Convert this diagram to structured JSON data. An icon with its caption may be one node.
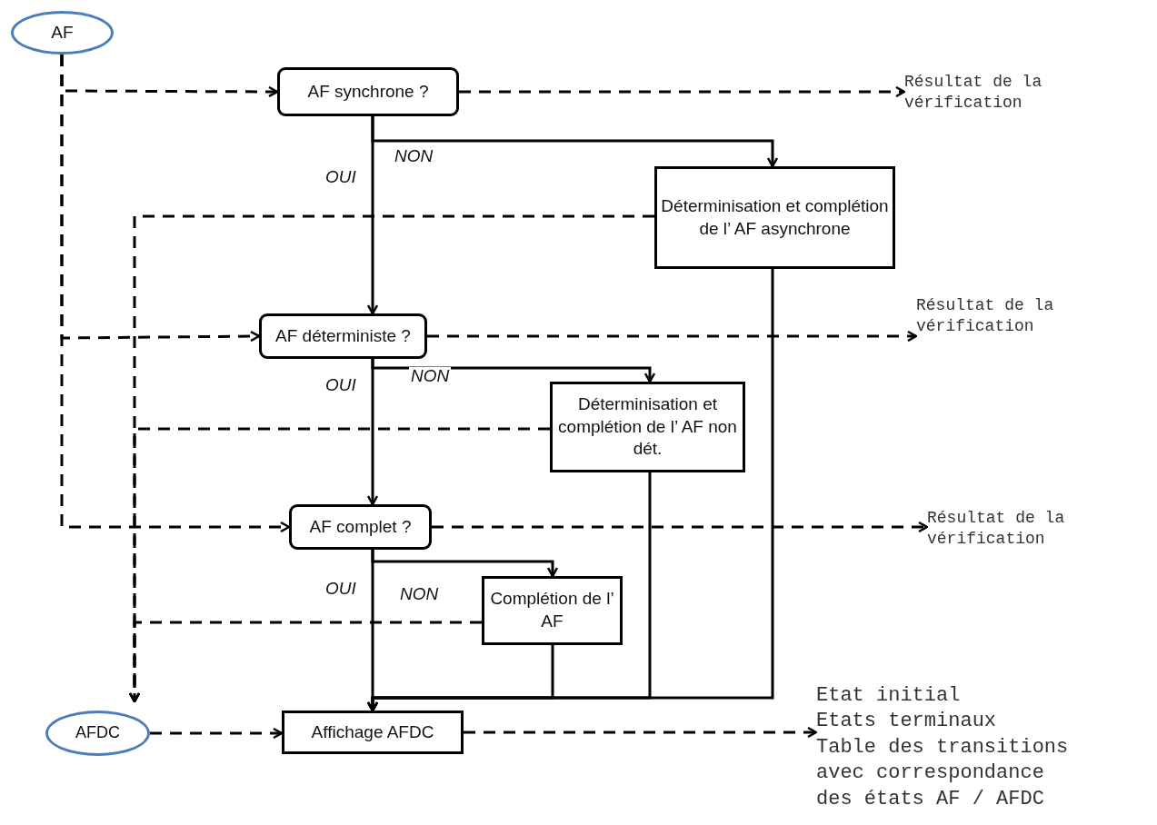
{
  "diagram": {
    "nodes": [
      {
        "text": [
          "AF"
        ]
      },
      {
        "text": [
          "AF synchrone ?"
        ]
      },
      {
        "text": [
          "Résultat de la vérification"
        ]
      },
      {
        "text": [
          "Déterminisation et complétion de l’ AF asynchrone"
        ]
      },
      {
        "text": [
          "AF déterministe ?"
        ]
      },
      {
        "text": [
          "Résultat de la vérification"
        ]
      },
      {
        "text": [
          "Déterminisation et complétion de l’ AF non dét."
        ]
      },
      {
        "text": [
          "AF complet ?"
        ]
      },
      {
        "text": [
          "Résultat de la vérification"
        ]
      },
      {
        "text": [
          "Complétion de l’ AF"
        ]
      },
      {
        "text": [
          "AFDC"
        ]
      },
      {
        "text": [
          "Affichage AFDC"
        ]
      },
      {
        "text": [
          "Etat initial",
          "Etats terminaux",
          "Table des transitions avec correspondance des états AF / AFDC"
        ]
      }
    ],
    "edges": [
      {
        "from": 0,
        "to": 1,
        "arrow": "to",
        "style": "dashed"
      },
      {
        "from": 0,
        "to": 4,
        "arrow": "to",
        "style": "dashed"
      },
      {
        "from": 0,
        "to": 7,
        "arrow": "to",
        "style": "dashed"
      },
      {
        "from": 1,
        "to": 2,
        "arrow": "to",
        "style": "dashed"
      },
      {
        "from": 1,
        "to": 3,
        "arrow": "to",
        "label": "NON"
      },
      {
        "from": 1,
        "to": 4,
        "arrow": "to",
        "label": "OUI"
      },
      {
        "from": 3,
        "to": 10,
        "arrow": "to",
        "style": "dashed"
      },
      {
        "from": 3,
        "to": 11,
        "arrow": "to"
      },
      {
        "from": 4,
        "to": 5,
        "arrow": "to",
        "style": "dashed"
      },
      {
        "from": 4,
        "to": 6,
        "arrow": "to",
        "label": "NON"
      },
      {
        "from": 4,
        "to": 7,
        "arrow": "to",
        "label": "OUI"
      },
      {
        "from": 6,
        "to": 10,
        "arrow": "to",
        "style": "dashed"
      },
      {
        "from": 6,
        "to": 11,
        "arrow": "to"
      },
      {
        "from": 7,
        "to": 8,
        "arrow": "to",
        "style": "dashed"
      },
      {
        "from": 7,
        "to": 9,
        "arrow": "to",
        "label": "NON"
      },
      {
        "from": 7,
        "to": 11,
        "arrow": "to",
        "label": "OUI"
      },
      {
        "from": 9,
        "to": 10,
        "arrow": "to",
        "style": "dashed"
      },
      {
        "from": 9,
        "to": 11,
        "arrow": "to"
      },
      {
        "from": 10,
        "to": 11,
        "arrow": "to",
        "style": "dashed"
      },
      {
        "from": 11,
        "to": 12,
        "arrow": "to",
        "style": "dashed"
      }
    ]
  }
}
